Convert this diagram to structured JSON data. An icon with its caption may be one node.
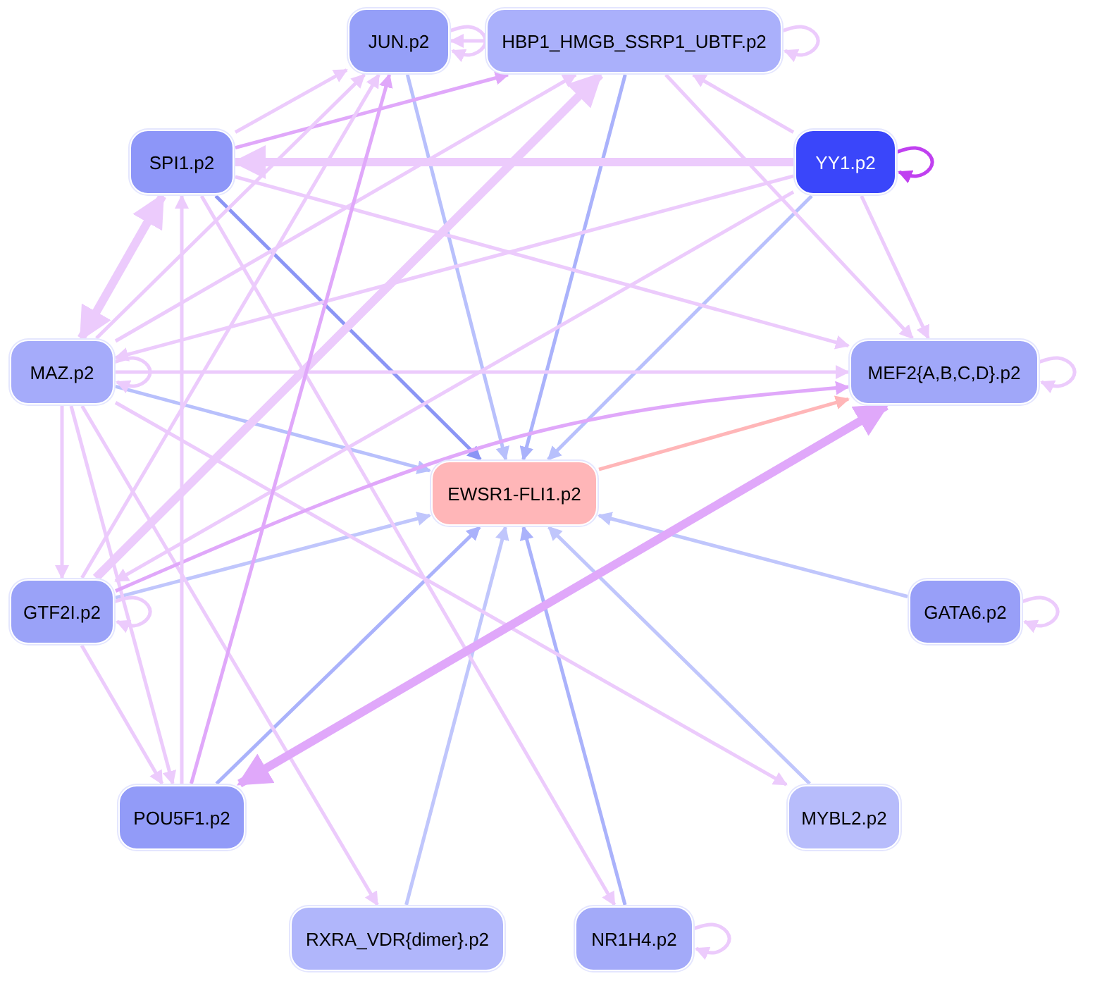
{
  "diagram": {
    "nodes": [
      {
        "text": [
          "JUN.p2"
        ]
      },
      {
        "text": [
          "HBP1_HMGB_SSRP1_UBTF.p2"
        ]
      },
      {
        "text": [
          "SPI1.p2"
        ]
      },
      {
        "text": [
          "YY1.p2"
        ]
      },
      {
        "text": [
          "MAZ.p2"
        ]
      },
      {
        "text": [
          "MEF2{A,B,C,D}.p2"
        ]
      },
      {
        "text": [
          "EWSR1-FLI1.p2"
        ]
      },
      {
        "text": [
          "GTF2I.p2"
        ]
      },
      {
        "text": [
          "GATA6.p2"
        ]
      },
      {
        "text": [
          "POU5F1.p2"
        ]
      },
      {
        "text": [
          "MYBL2.p2"
        ]
      },
      {
        "text": [
          "RXRA_VDR{dimer}.p2"
        ]
      },
      {
        "text": [
          "NR1H4.p2"
        ]
      }
    ],
    "edges": [
      {
        "from": 0,
        "to": 6,
        "arrow": "to",
        "color": "#b8c0fc"
      },
      {
        "from": 1,
        "to": 6,
        "arrow": "to",
        "color": "#aab2fb"
      },
      {
        "from": 2,
        "to": 6,
        "arrow": "to",
        "color": "#8b95f5"
      },
      {
        "from": 3,
        "to": 6,
        "arrow": "to",
        "color": "#b8c0fc"
      },
      {
        "from": 4,
        "to": 6,
        "arrow": "to",
        "color": "#b8c0fc"
      },
      {
        "from": 7,
        "to": 6,
        "arrow": "to",
        "color": "#c0c6fc"
      },
      {
        "from": 8,
        "to": 6,
        "arrow": "to",
        "color": "#c0c6fc"
      },
      {
        "from": 9,
        "to": 6,
        "arrow": "to",
        "color": "#aab2fb"
      },
      {
        "from": 10,
        "to": 6,
        "arrow": "to",
        "color": "#c0c6fc"
      },
      {
        "from": 11,
        "to": 6,
        "arrow": "to",
        "color": "#c0c6fc"
      },
      {
        "from": 12,
        "to": 6,
        "arrow": "to",
        "color": "#aab2fb"
      },
      {
        "from": 6,
        "to": 5,
        "arrow": "to",
        "color": "#ffb6b8"
      },
      {
        "from": 0,
        "to": 0,
        "arrow": "to"
      },
      {
        "from": 1,
        "to": 1,
        "arrow": "to"
      },
      {
        "from": 3,
        "to": 3,
        "arrow": "to",
        "color": "#c040f0"
      },
      {
        "from": 4,
        "to": 4,
        "arrow": "to"
      },
      {
        "from": 5,
        "to": 5,
        "arrow": "to"
      },
      {
        "from": 7,
        "to": 7,
        "arrow": "to"
      },
      {
        "from": 8,
        "to": 8,
        "arrow": "to"
      },
      {
        "from": 12,
        "to": 12,
        "arrow": "to"
      },
      {
        "from": 2,
        "to": 0,
        "arrow": "to"
      },
      {
        "from": 2,
        "to": 1,
        "arrow": "to",
        "color": "#e0a8fa"
      },
      {
        "from": 3,
        "to": 2,
        "arrow": "to",
        "style": "thick"
      },
      {
        "from": 2,
        "to": 4,
        "arrow": "both",
        "style": "thick"
      },
      {
        "from": 2,
        "to": 5,
        "arrow": "to"
      },
      {
        "from": 2,
        "to": 12,
        "arrow": "to"
      },
      {
        "from": 4,
        "to": 10,
        "arrow": "to"
      },
      {
        "from": 3,
        "to": 1,
        "arrow": "to"
      },
      {
        "from": 3,
        "to": 4,
        "arrow": "to"
      },
      {
        "from": 3,
        "to": 5,
        "arrow": "to"
      },
      {
        "from": 3,
        "to": 7,
        "arrow": "to"
      },
      {
        "from": 1,
        "to": 5,
        "arrow": "to"
      },
      {
        "from": 1,
        "to": 0,
        "arrow": "to"
      },
      {
        "from": 4,
        "to": 0,
        "arrow": "to"
      },
      {
        "from": 4,
        "to": 1,
        "arrow": "to"
      },
      {
        "from": 4,
        "to": 5,
        "arrow": "to"
      },
      {
        "from": 4,
        "to": 7,
        "arrow": "to"
      },
      {
        "from": 4,
        "to": 9,
        "arrow": "to"
      },
      {
        "from": 4,
        "to": 11,
        "arrow": "to"
      },
      {
        "from": 7,
        "to": 0,
        "arrow": "to"
      },
      {
        "from": 7,
        "to": 1,
        "arrow": "to",
        "style": "thick"
      },
      {
        "from": 7,
        "to": 5,
        "arrow": "to",
        "color": "#e0a8fa"
      },
      {
        "from": 7,
        "to": 9,
        "arrow": "to"
      },
      {
        "from": 9,
        "to": 2,
        "arrow": "to"
      },
      {
        "from": 9,
        "to": 0,
        "arrow": "to",
        "color": "#e0a8fa"
      },
      {
        "from": 5,
        "to": 9,
        "arrow": "both",
        "style": "thick",
        "color": "#e0a8fa"
      }
    ]
  }
}
